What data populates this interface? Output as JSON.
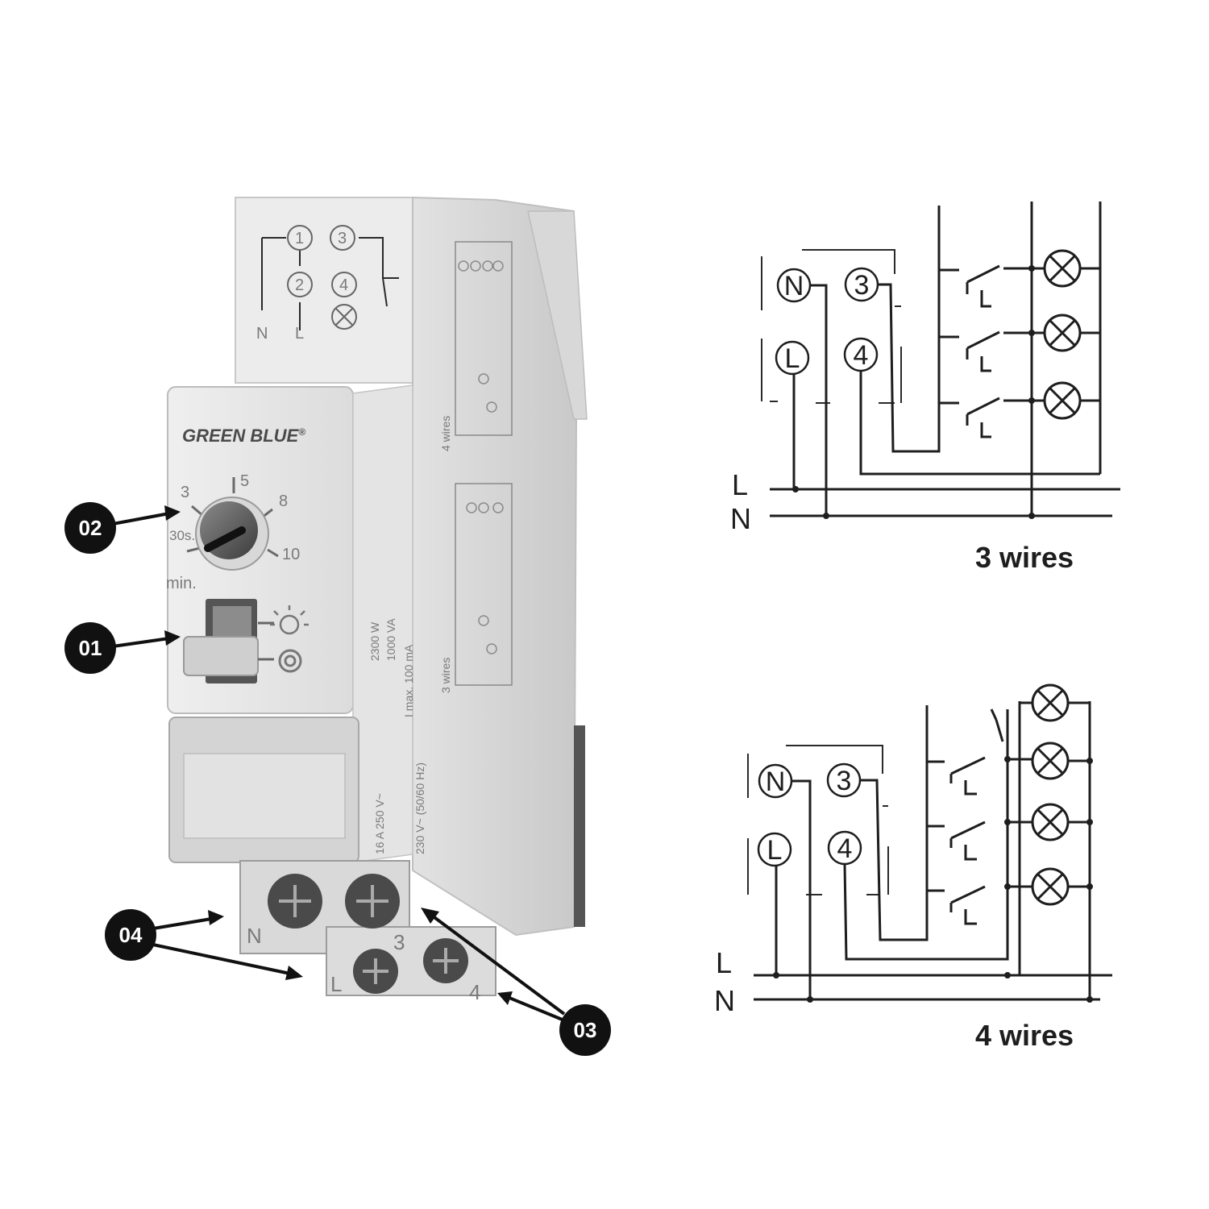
{
  "device": {
    "brand": "GREEN BLUE",
    "registered": "®",
    "dial_marks": [
      "3",
      "5",
      "8",
      "30s.",
      "10"
    ],
    "dial_unit": "min.",
    "top_terminals": [
      "1",
      "3",
      "2",
      "4"
    ],
    "top_bus": [
      "N",
      "L"
    ],
    "front_terminals": [
      "N",
      "3",
      "L",
      "4"
    ],
    "side_specs": [
      "2300 W",
      "1000 VA",
      "I max. 100 mA",
      "16 A 250 V~",
      "230 V~ (50/60 Hz)"
    ],
    "wiring_variants": [
      "4 wires",
      "3 wires"
    ]
  },
  "callouts": [
    {
      "id": "01",
      "label": "01"
    },
    {
      "id": "02",
      "label": "02"
    },
    {
      "id": "03",
      "label": "03"
    },
    {
      "id": "04",
      "label": "04"
    }
  ],
  "diagrams": {
    "three_wire": {
      "caption": "3 wires",
      "terminals": [
        "N",
        "3",
        "L",
        "4"
      ],
      "bus": [
        "L",
        "N"
      ],
      "lamp_count": 3
    },
    "four_wire": {
      "caption": "4 wires",
      "terminals": [
        "N",
        "3",
        "L",
        "4"
      ],
      "bus": [
        "L",
        "N"
      ],
      "lamp_count": 4
    }
  },
  "colors": {
    "callout_fill": "#111111",
    "ink": "#1e1e1e",
    "device_body": "#e6e6e6"
  }
}
